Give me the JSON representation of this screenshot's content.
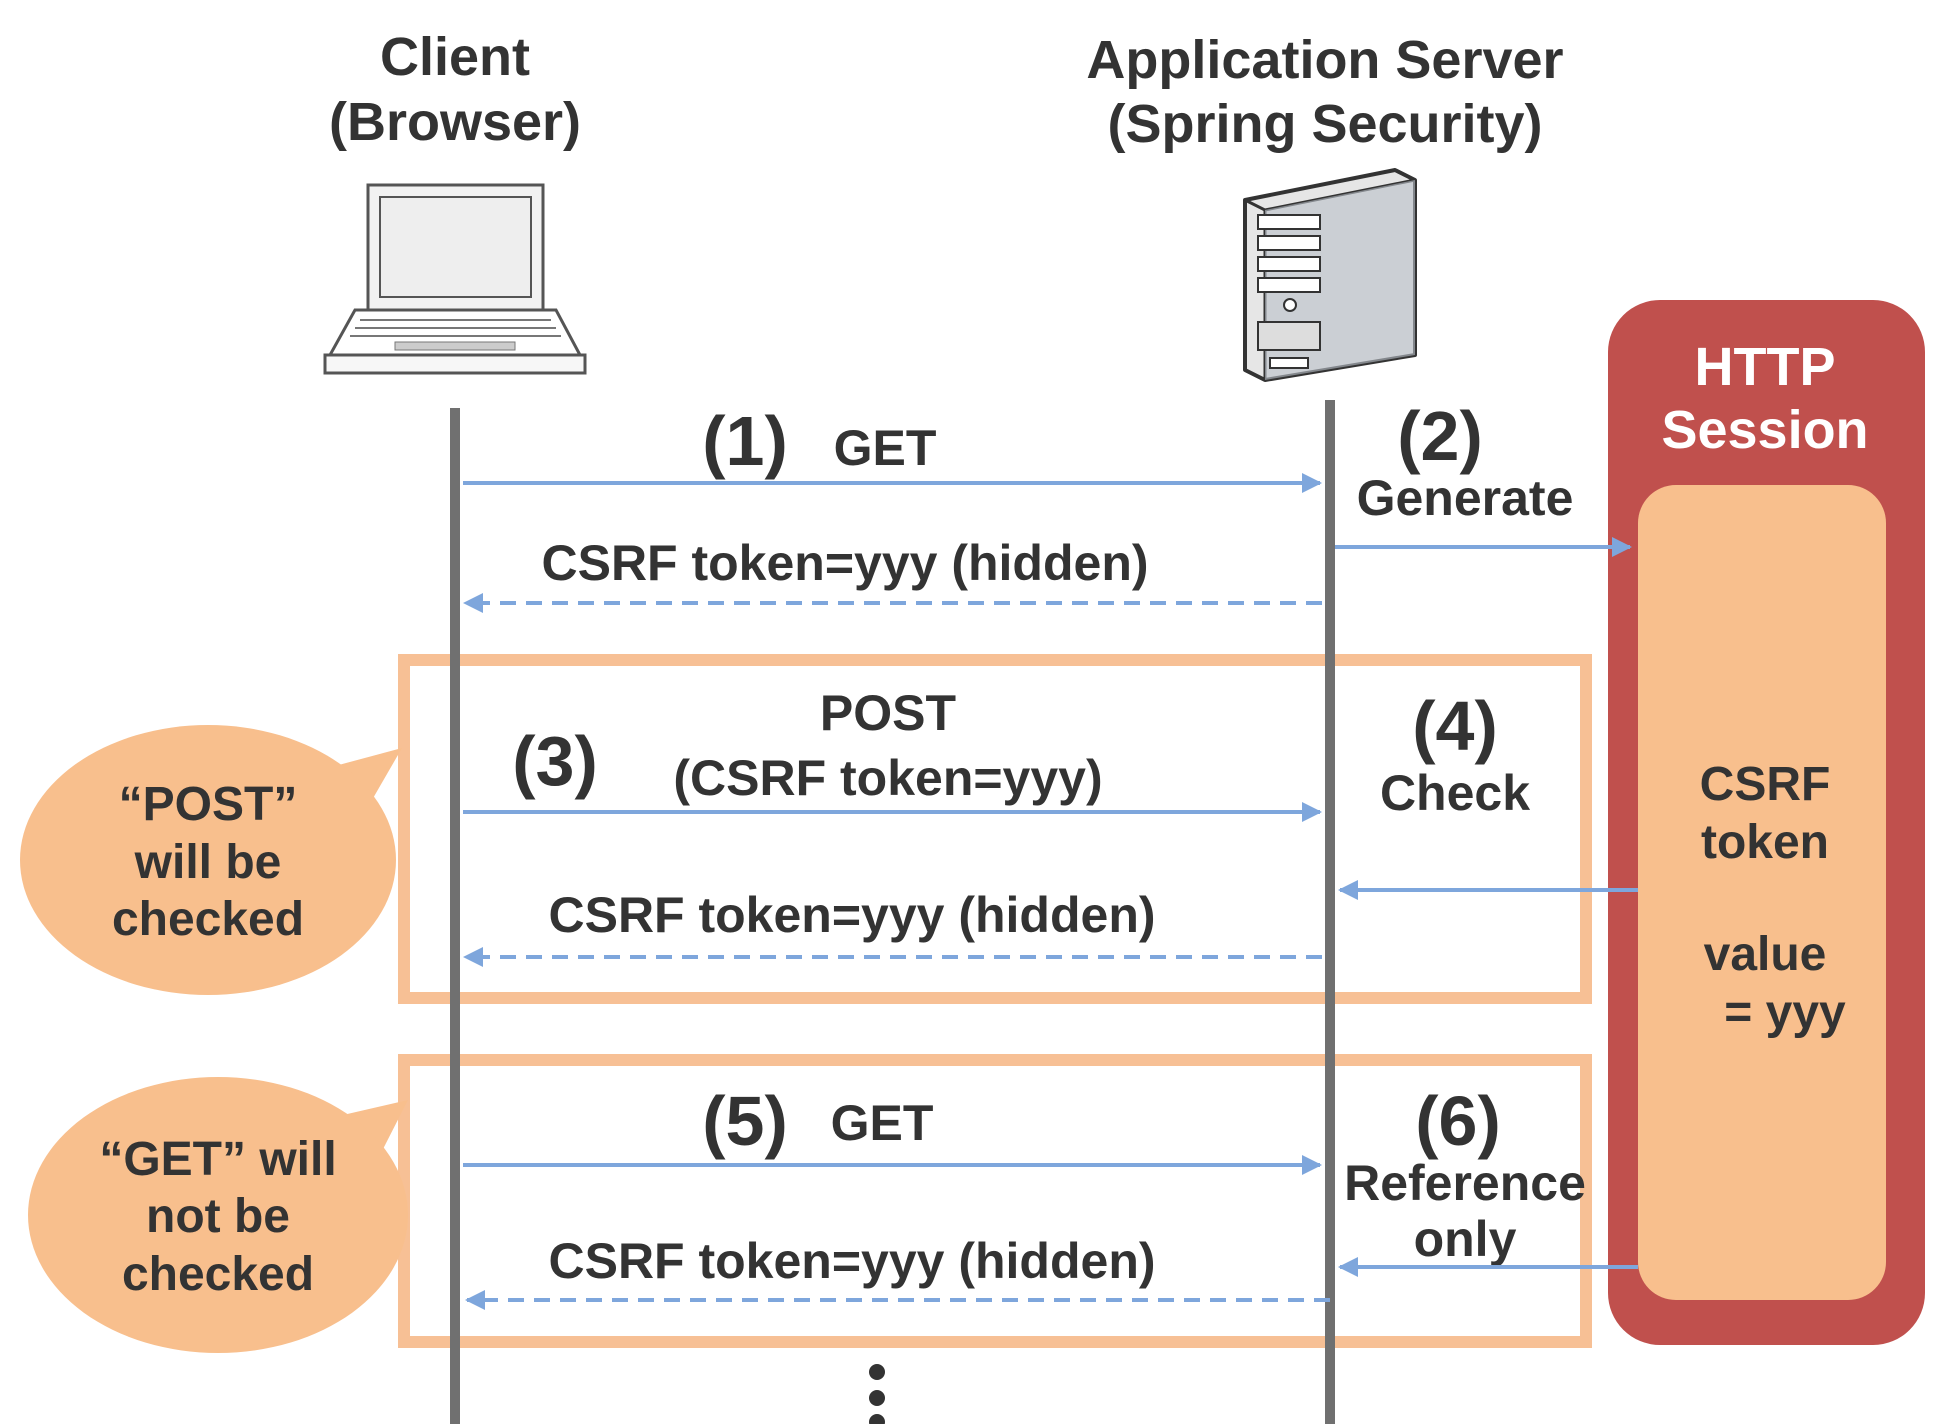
{
  "actors": {
    "client": {
      "line1": "Client",
      "line2": "(Browser)",
      "icon": "laptop-icon"
    },
    "server": {
      "line1": "Application Server",
      "line2": "(Spring Security)",
      "icon": "server-icon"
    }
  },
  "session": {
    "title_line1": "HTTP",
    "title_line2": "Session",
    "token_line1": "CSRF",
    "token_line2": "token",
    "value_line1": "value",
    "value_line2": "= yyy"
  },
  "steps": {
    "s1": {
      "num": "(1)",
      "label": "GET"
    },
    "s1_response": "CSRF token=yyy (hidden)",
    "s2": {
      "num": "(2)",
      "label": "Generate"
    },
    "s3": {
      "num": "(3)",
      "label_line1": "POST",
      "label_line2": "(CSRF token=yyy)"
    },
    "s3_response": "CSRF token=yyy (hidden)",
    "s4": {
      "num": "(4)",
      "label": "Check"
    },
    "s5": {
      "num": "(5)",
      "label": "GET"
    },
    "s5_response": "CSRF token=yyy (hidden)",
    "s6": {
      "num": "(6)",
      "label_line1": "Reference",
      "label_line2": "only"
    }
  },
  "callouts": {
    "post": {
      "line1": "“POST”",
      "line2": "will be",
      "line3": "checked"
    },
    "get": {
      "line1": "“GET” will",
      "line2": "not be",
      "line3": "checked"
    }
  },
  "colors": {
    "arrow": "#7ea6dc",
    "lifeline": "#707070",
    "frame": "#f7c095",
    "session_outer": "#c0504d",
    "session_inner": "#f8bf8d",
    "callout_fill": "#f8bf8d"
  }
}
